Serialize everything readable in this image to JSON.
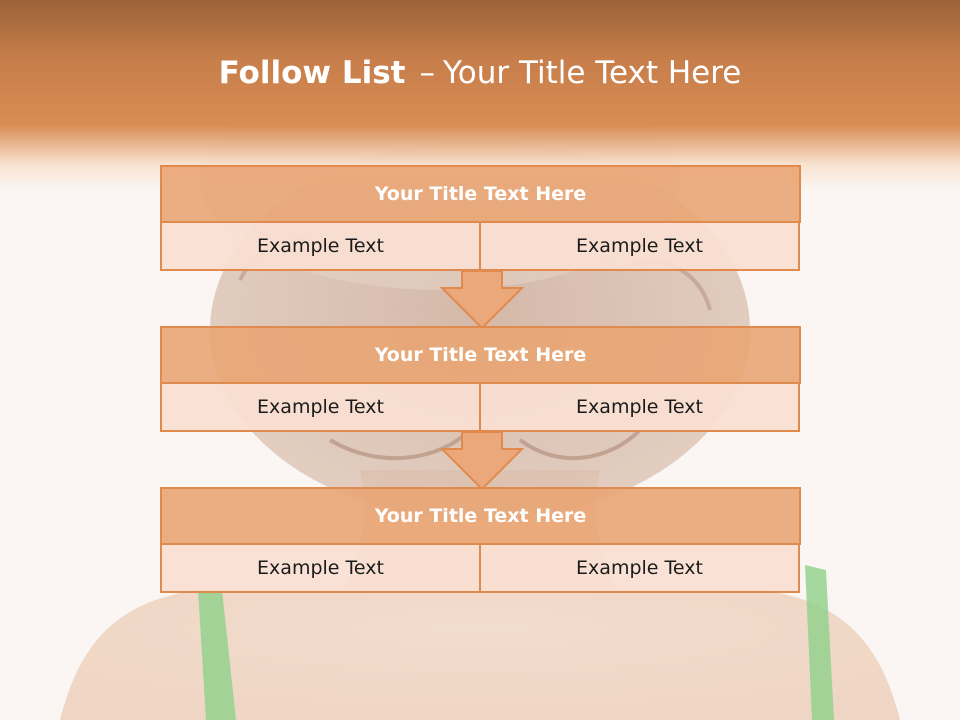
{
  "slide": {
    "title_bold": "Follow List",
    "title_separator": "–",
    "title_rest": "Your Title Text Here"
  },
  "blocks": [
    {
      "title": "Your Title Text Here",
      "left": "Example Text",
      "right": "Example Text"
    },
    {
      "title": "Your Title Text Here",
      "left": "Example Text",
      "right": "Example Text"
    },
    {
      "title": "Your Title Text Here",
      "left": "Example Text",
      "right": "Example Text"
    }
  ],
  "colors": {
    "header_top": "#9b6339",
    "header_main": "#d98c55",
    "block_title_fill": "#e8a472",
    "block_border": "#e08a4d",
    "cell_fill": "#f8e0d2",
    "strap_green": "#7fcf7d"
  }
}
